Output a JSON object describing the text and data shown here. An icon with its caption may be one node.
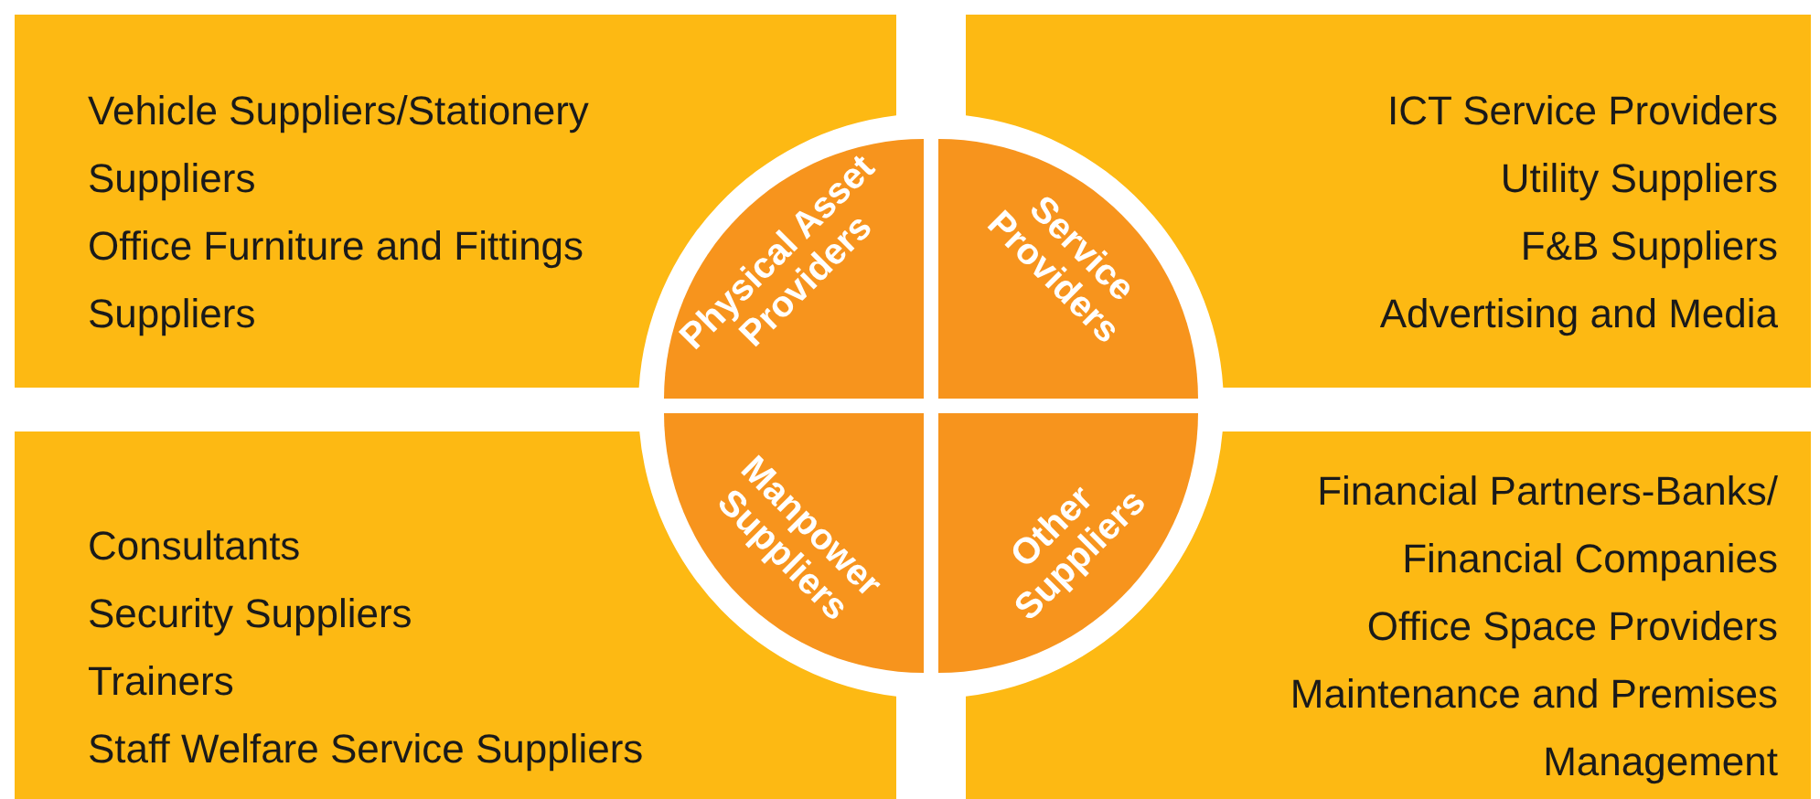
{
  "diagram": {
    "nodes": [
      {
        "text": [
          "Vehicle Suppliers/Stationery Suppliers",
          "Office Furniture and Fittings Suppliers"
        ]
      },
      {
        "text": [
          "ICT Service Providers",
          "Utility Suppliers",
          "F&B Suppliers",
          "Advertising and Media"
        ]
      },
      {
        "text": [
          "Consultants",
          "Security Suppliers",
          "Trainers",
          "Staff Welfare Service Suppliers"
        ]
      },
      {
        "text": [
          "Financial Partners-Banks/ Financial Companies",
          "Office Space Providers",
          "Maintenance and Premises Management"
        ]
      },
      {
        "text": [
          "Physical Asset Providers"
        ]
      },
      {
        "text": [
          "Service Providers"
        ]
      },
      {
        "text": [
          "Manpower Suppliers"
        ]
      },
      {
        "text": [
          "Other Suppliers"
        ]
      }
    ]
  }
}
